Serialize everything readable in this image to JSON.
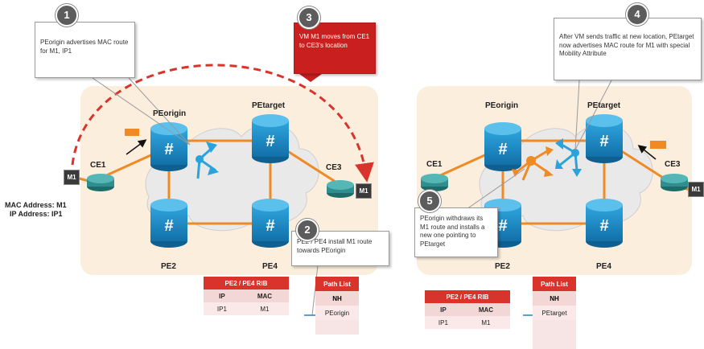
{
  "steps": [
    {
      "number": "1",
      "text": "PEorigin advertises MAC route for M1, IP1"
    },
    {
      "number": "2",
      "text": "PE2 / PE4 install M1 route towards PEorigin"
    },
    {
      "number": "3",
      "text": "VM M1 moves from CE1 to CE3's location"
    },
    {
      "number": "4",
      "text": "After VM sends traffic at new location, PEtarget now advertises MAC route for M1 with special Mobility Attribute"
    },
    {
      "number": "5",
      "text": "PEorigin withdraws its M1 route and installs a new one pointing to PEtarget"
    }
  ],
  "left": {
    "routers": {
      "pe_origin": "PEorigin",
      "pe_target": "PEtarget",
      "pe2": "PE2",
      "pe4": "PE4",
      "ce1": "CE1",
      "ce3": "CE3"
    },
    "vm_tag": "M1",
    "vm_tag_new": "M1",
    "mac_address": "MAC Address: M1",
    "ip_address": "IP Address: IP1",
    "rib": {
      "title": "PE2 / PE4 RIB",
      "col_ip": "IP",
      "col_mac": "MAC",
      "ip": "IP1",
      "mac": "M1"
    },
    "path_list": {
      "title": "Path List",
      "col_nh": "NH",
      "nh": "PEorigin"
    }
  },
  "right": {
    "routers": {
      "pe_origin": "PEorigin",
      "pe_target": "PEtarget",
      "pe2": "PE2",
      "pe4": "PE4",
      "ce1": "CE1",
      "ce3": "CE3"
    },
    "vm_tag": "M1",
    "rib": {
      "title": "PE2 / PE4 RIB",
      "col_ip": "IP",
      "col_mac": "MAC",
      "ip": "IP1",
      "mac": "M1"
    },
    "path_list": {
      "title": "Path List",
      "col_nh": "NH",
      "nh": "PEtarget"
    }
  },
  "colors": {
    "link": "#f08a24",
    "router": "#1f8fc9",
    "accent_red": "#c9201f",
    "region": "#fbeedd",
    "flow": "#2aa3dc"
  }
}
